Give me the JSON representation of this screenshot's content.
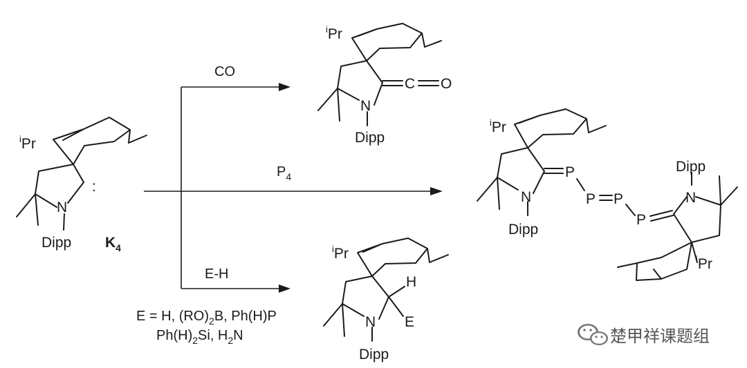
{
  "diagram": {
    "reagents": {
      "co": "CO",
      "p4_main": "P",
      "p4_sub": "4",
      "eh": "E-H"
    },
    "conditions": {
      "line1_a": "E = H, (RO)",
      "line1_sub": "2",
      "line1_b": "B, Ph(H)P",
      "line2_a": "Ph(H)",
      "line2_sub1": "2",
      "line2_b": "Si, H",
      "line2_sub2": "2",
      "line2_c": "N"
    },
    "compound_label": {
      "main": "K",
      "sub": "4"
    },
    "atoms": {
      "ipr_sup": "i",
      "ipr_text": "Pr",
      "n": "N",
      "dipp": "Dipp",
      "carbene": ":",
      "c": "C",
      "o": "O",
      "h": "H",
      "e": "E",
      "p": "P"
    },
    "watermark": "楚甲祥课题组",
    "watermark_icon": "wechat-icon"
  }
}
